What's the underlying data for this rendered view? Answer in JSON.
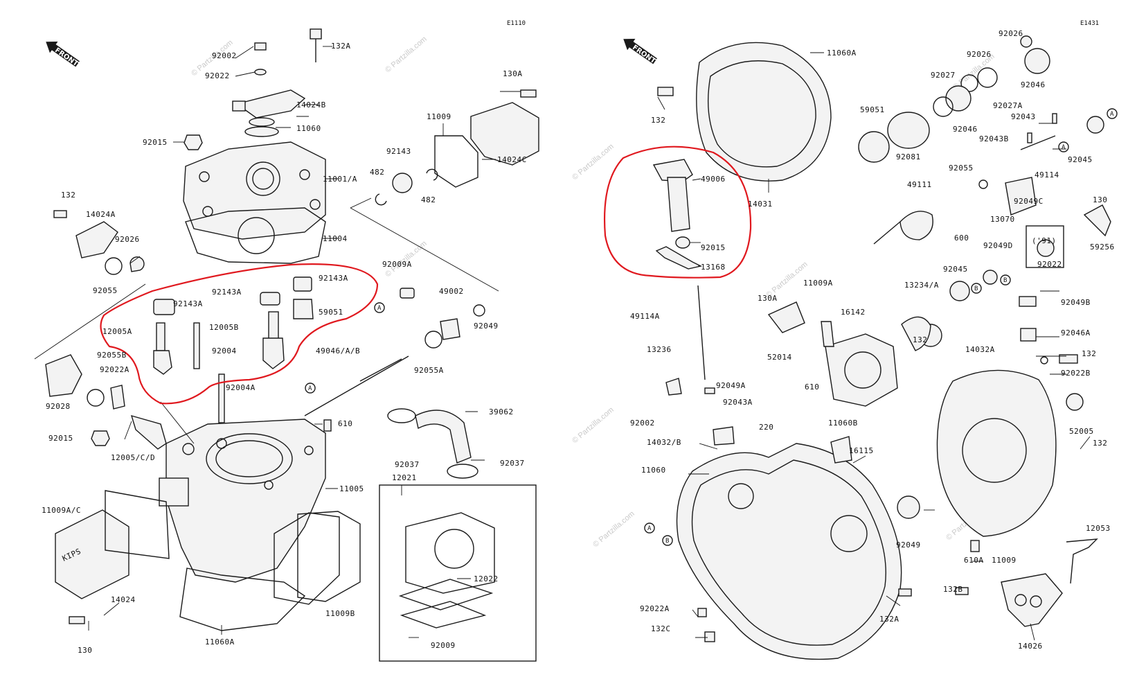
{
  "left_panel": {
    "code": "E1110",
    "front_label": "FRONT",
    "labels": [
      "92002",
      "132A",
      "92022",
      "14024B",
      "11060",
      "130A",
      "92015",
      "11009",
      "11001/A",
      "92143",
      "482",
      "482",
      "14024C",
      "132",
      "14024A",
      "92026",
      "11004",
      "92055",
      "92009A",
      "92143A",
      "92143A",
      "92143A",
      "49002",
      "59051",
      "12005A",
      "12005B",
      "92004",
      "92049",
      "49046/A/B",
      "92055B",
      "92022A",
      "92055A",
      "92004A",
      "92028",
      "610",
      "39062",
      "92015",
      "12005/C/D",
      "92037",
      "92037",
      "11005",
      "11009A/C",
      "12021",
      "12022",
      "14024",
      "11060A",
      "11009B",
      "130",
      "92009"
    ],
    "circle_markers": [
      "A",
      "A"
    ]
  },
  "right_panel": {
    "code": "E1431",
    "front_label": "FRONT",
    "labels": [
      "11060A",
      "92026",
      "92026",
      "92027",
      "92046",
      "132",
      "59051",
      "92027A",
      "92043",
      "92081",
      "92046",
      "92043B",
      "92045",
      "49006",
      "14031",
      "92055",
      "49114",
      "49111",
      "130",
      "13070",
      "92049C",
      "92015",
      "600",
      "('91)",
      "59256",
      "13168",
      "92049D",
      "92022",
      "92045",
      "130A",
      "11009A",
      "13234/A",
      "92049B",
      "49114A",
      "16142",
      "92046A",
      "132",
      "13236",
      "52014",
      "14032A",
      "132",
      "610",
      "92049A",
      "92022B",
      "92043A",
      "92002",
      "11060B",
      "220",
      "52005",
      "14032/B",
      "16115",
      "132",
      "11060",
      "92049",
      "12053",
      "11009",
      "610A",
      "132B",
      "92022A",
      "132A",
      "132C",
      "14026"
    ],
    "circle_markers": [
      "A",
      "A",
      "B",
      "B",
      "A",
      "B"
    ]
  },
  "watermark": "© Partzilla.com",
  "colors": {
    "highlight": "#e0191f",
    "ink": "#1a1a1a",
    "watermark": "#c9c9c9"
  }
}
